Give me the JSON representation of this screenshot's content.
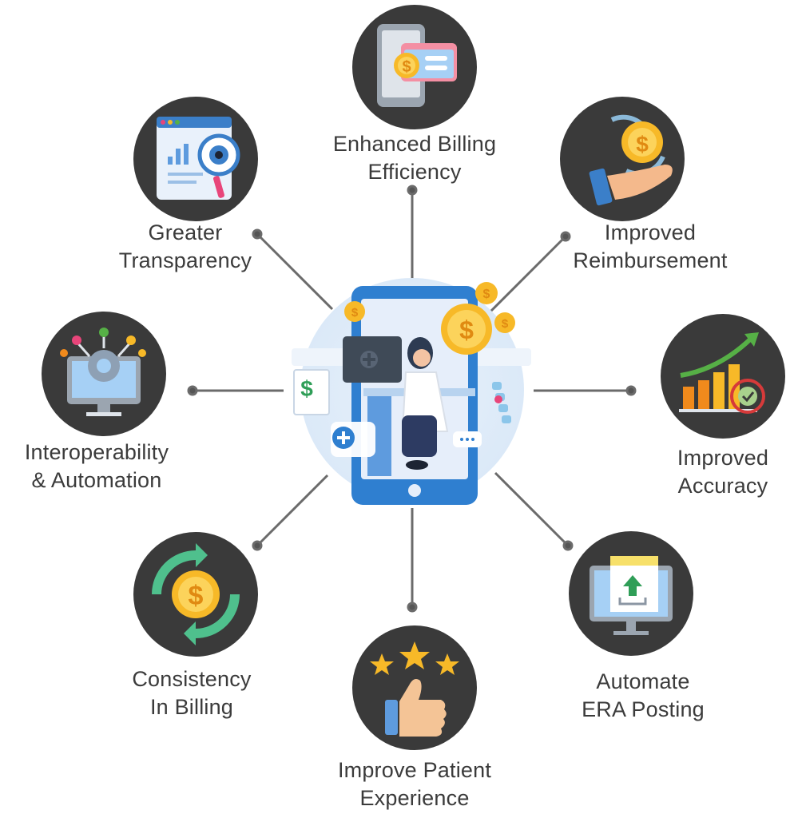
{
  "benefits": {
    "billing": {
      "line1": "Enhanced Billing",
      "line2": "Efficiency",
      "icon": "billing-card-icon"
    },
    "reimbursement": {
      "line1": "Improved",
      "line2": "Reimbursement",
      "icon": "hand-coin-icon"
    },
    "accuracy": {
      "line1": "Improved",
      "line2": "Accuracy",
      "icon": "growth-chart-target-icon"
    },
    "era": {
      "line1": "Automate",
      "line2": "ERA Posting",
      "icon": "upload-monitor-icon"
    },
    "patient": {
      "line1": "Improve Patient",
      "line2": "Experience",
      "icon": "thumbs-up-stars-icon"
    },
    "consistency": {
      "line1": "Consistency",
      "line2": "In Billing",
      "icon": "coin-cycle-icon"
    },
    "interop": {
      "line1": "Interoperability",
      "line2": "& Automation",
      "icon": "gear-network-monitor-icon"
    },
    "transparency": {
      "line1": "Greater",
      "line2": "Transparency",
      "icon": "eye-dashboard-icon"
    }
  },
  "center": {
    "icon": "doctor-at-phone-desk-icon"
  },
  "colors": {
    "circle": "#3a3a3a",
    "connector": "#6b6b6b",
    "text": "#3b3b3b",
    "phone": "#2f7fd0",
    "coin": "#f7b928"
  }
}
